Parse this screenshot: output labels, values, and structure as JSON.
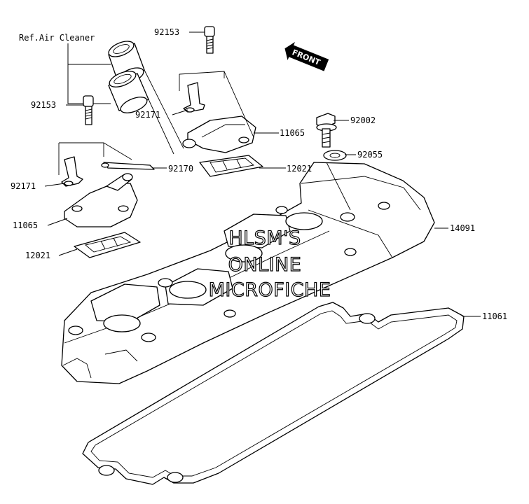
{
  "reference_label": "Ref.Air Cleaner",
  "direction_marker": "FRONT",
  "watermark": [
    "HLSM'S",
    "ONLINE",
    "MICROFICHE"
  ],
  "callouts": [
    {
      "id": "92153a",
      "number": "92153"
    },
    {
      "id": "92153b",
      "number": "92153"
    },
    {
      "id": "92171a",
      "number": "92171"
    },
    {
      "id": "92171b",
      "number": "92171"
    },
    {
      "id": "11065a",
      "number": "11065"
    },
    {
      "id": "11065b",
      "number": "11065"
    },
    {
      "id": "92170",
      "number": "92170"
    },
    {
      "id": "12021a",
      "number": "12021"
    },
    {
      "id": "12021b",
      "number": "12021"
    },
    {
      "id": "92002",
      "number": "92002"
    },
    {
      "id": "92055",
      "number": "92055"
    },
    {
      "id": "14091",
      "number": "14091"
    },
    {
      "id": "11061",
      "number": "11061"
    }
  ]
}
